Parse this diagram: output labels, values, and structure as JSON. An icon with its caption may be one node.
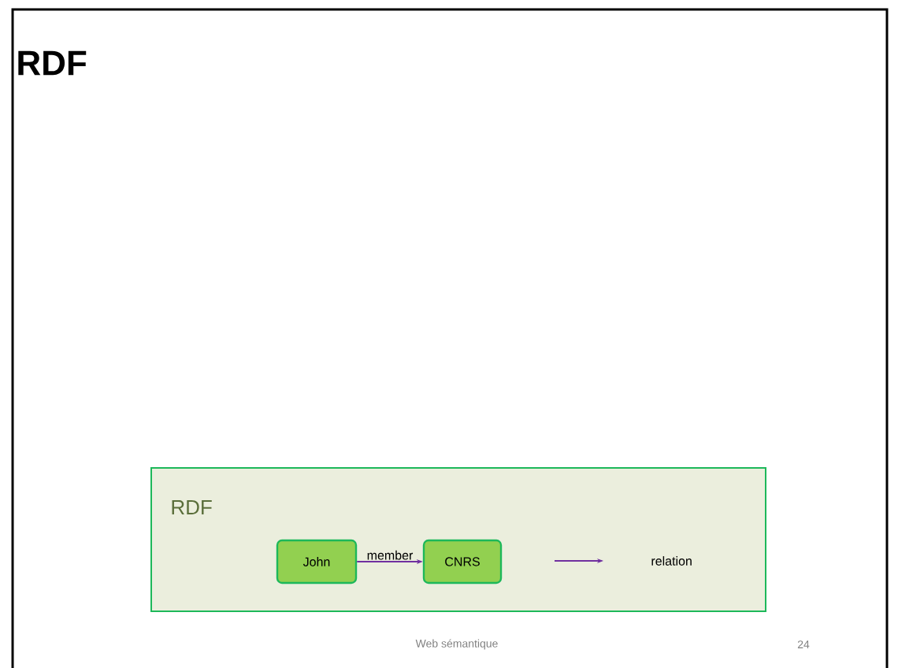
{
  "diagram": {
    "title": "RDF",
    "nodes": [
      {
        "text": [
          "RDF"
        ]
      },
      {
        "text": [
          "John"
        ],
        "in": 0
      },
      {
        "text": [
          "CNRS"
        ],
        "in": 0
      }
    ],
    "edges": [
      {
        "from": 1,
        "to": 2,
        "arrow": "to",
        "label": "member"
      }
    ],
    "labels": [
      "Web sémantique",
      "24"
    ],
    "legend": [
      {
        "text": "relation"
      }
    ]
  }
}
